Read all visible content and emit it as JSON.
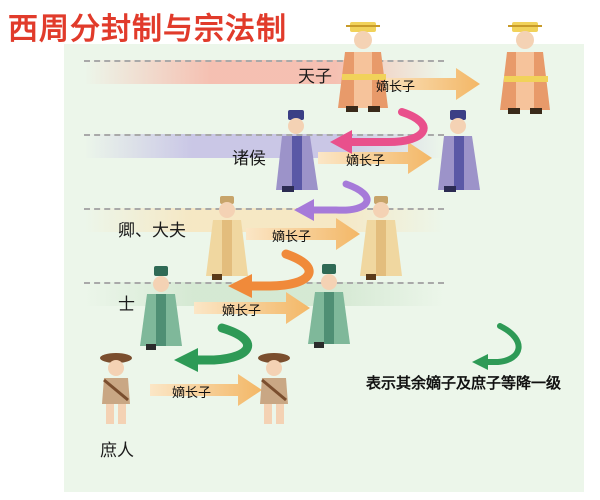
{
  "title": "西周分封制与宗法制",
  "tiers": [
    {
      "label": "天子",
      "color": "#f7b7a8",
      "robe": "#e89a6a",
      "trim": "#f1d25a"
    },
    {
      "label": "诸侯",
      "color": "#c6c2e6",
      "robe": "#9c93c9",
      "trim": "#3b3f85"
    },
    {
      "label": "卿、大夫",
      "color": "#f6e7c2",
      "robe": "#f0d7a0",
      "trim": "#c7a46a"
    },
    {
      "label": "士",
      "color": "#d4e8d2",
      "robe": "#7fb89a",
      "trim": "#2f6a55"
    },
    {
      "label": "庶人",
      "color": "#ecf6ea",
      "robe": "#c9a784",
      "trim": "#7a4e2e"
    }
  ],
  "succession_label": "嫡长子",
  "demotion_arrow_colors": [
    "#e9508c",
    "#a67ad9",
    "#f08a3a",
    "#2e9a56"
  ],
  "legend": {
    "text": "表示其余嫡子及庶子等降一级",
    "arrow_color": "#2e9a56"
  },
  "colors": {
    "title": "#e13b2b",
    "panel": "#ecf6ea",
    "arrow": "#f6c27a"
  }
}
